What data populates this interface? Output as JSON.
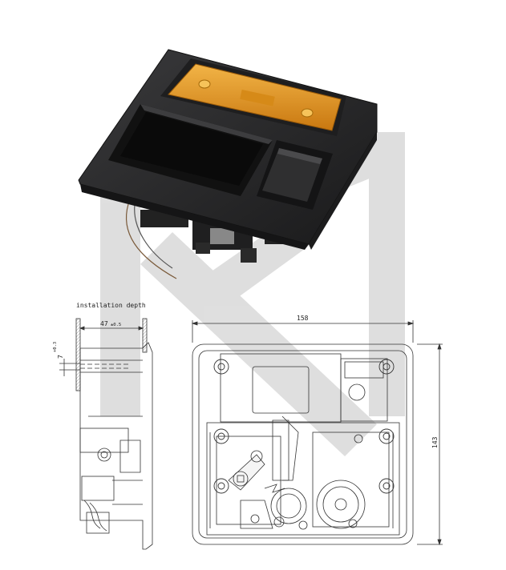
{
  "labels": {
    "installation_depth": "installation depth",
    "depth_value": "47",
    "depth_tolerance": "±0.5",
    "offset_value": "7",
    "offset_tolerance": "+0.3",
    "width_value": "158",
    "height_value": "143"
  },
  "colors": {
    "housing": "#2b2b2d",
    "lens": "#e39a1e",
    "lens_dark": "#b86a08",
    "watermark": "#d8d8d8",
    "line": "#333333"
  },
  "icons": {
    "product": "door-handle-with-marker-lamp",
    "watermark": "brand-logo-watermark"
  }
}
